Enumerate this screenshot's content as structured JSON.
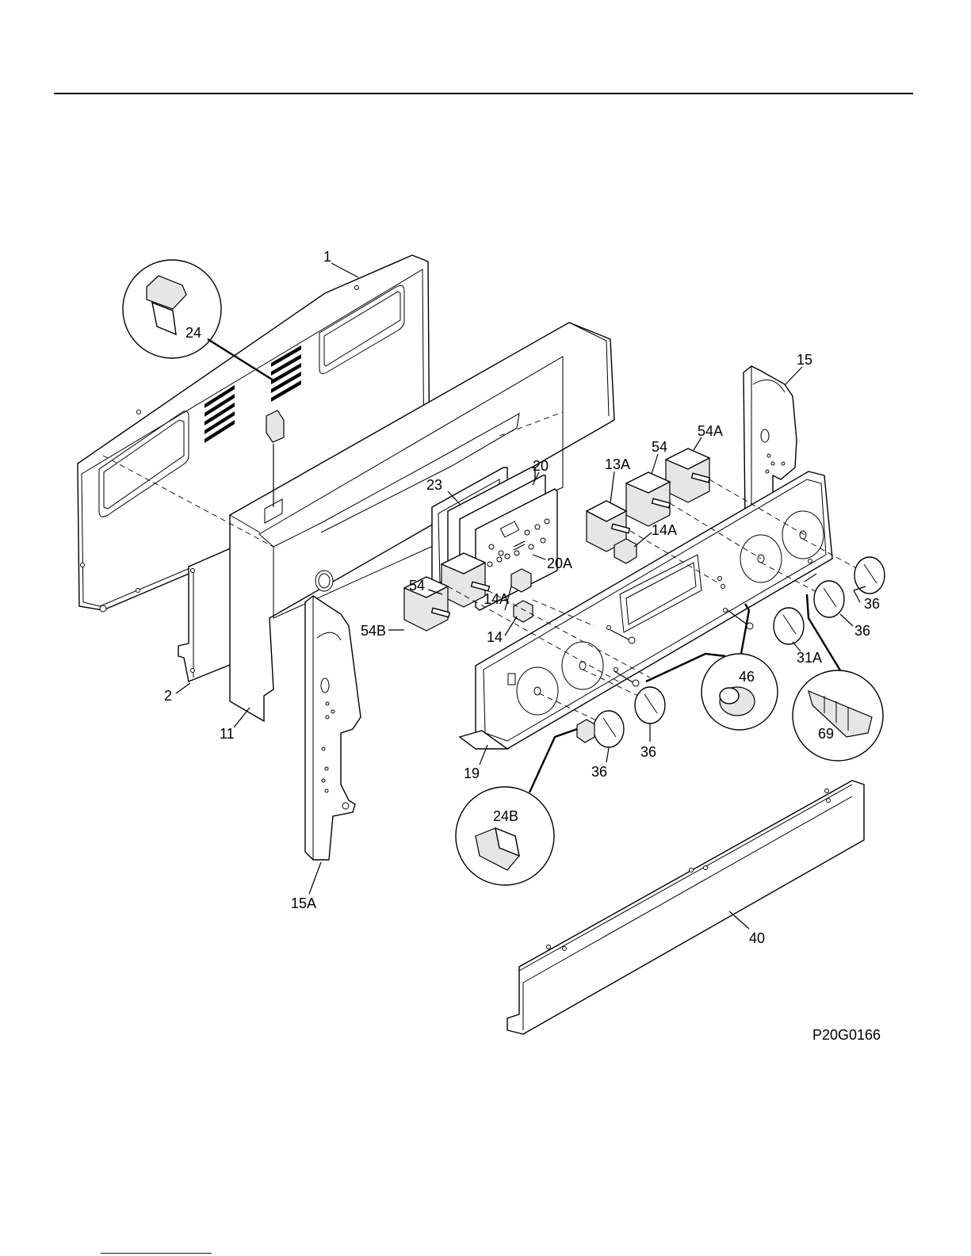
{
  "diagram": {
    "drawing_number": "P20G0166",
    "callouts": [
      {
        "id": "c1",
        "label": "1"
      },
      {
        "id": "c24",
        "label": "24"
      },
      {
        "id": "c15",
        "label": "15"
      },
      {
        "id": "c54a",
        "label": "54A"
      },
      {
        "id": "c54top",
        "label": "54"
      },
      {
        "id": "c13a",
        "label": "13A"
      },
      {
        "id": "c20",
        "label": "20"
      },
      {
        "id": "c23",
        "label": "23"
      },
      {
        "id": "c14a_top",
        "label": "14A"
      },
      {
        "id": "c20a",
        "label": "20A"
      },
      {
        "id": "c54mid",
        "label": "54"
      },
      {
        "id": "c14a_mid",
        "label": "14A"
      },
      {
        "id": "c54b",
        "label": "54B"
      },
      {
        "id": "c14",
        "label": "14"
      },
      {
        "id": "c36_a",
        "label": "36"
      },
      {
        "id": "c36_b",
        "label": "36"
      },
      {
        "id": "c31a",
        "label": "31A"
      },
      {
        "id": "c46",
        "label": "46"
      },
      {
        "id": "c69",
        "label": "69"
      },
      {
        "id": "c2",
        "label": "2"
      },
      {
        "id": "c11",
        "label": "11"
      },
      {
        "id": "c19",
        "label": "19"
      },
      {
        "id": "c36_c",
        "label": "36"
      },
      {
        "id": "c36_d",
        "label": "36"
      },
      {
        "id": "c24b",
        "label": "24B"
      },
      {
        "id": "c15a",
        "label": "15A"
      },
      {
        "id": "c40",
        "label": "40"
      }
    ]
  }
}
